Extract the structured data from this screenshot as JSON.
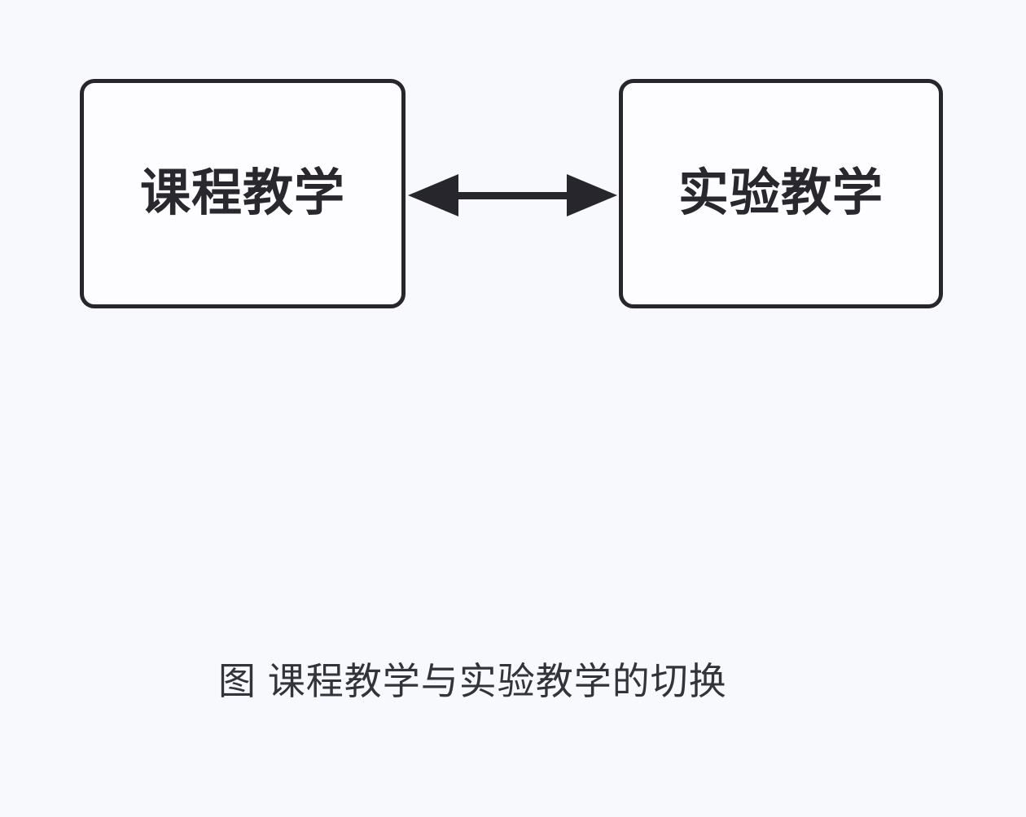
{
  "diagram": {
    "nodes": [
      {
        "id": "course-teaching",
        "label": "课程教学"
      },
      {
        "id": "experiment-teaching",
        "label": "实验教学"
      }
    ],
    "connector": {
      "type": "double-headed-arrow",
      "direction": "horizontal"
    },
    "caption": "图 课程教学与实验教学的切换"
  },
  "colors": {
    "background": "#f8f9fc",
    "node_fill": "#fdfdff",
    "stroke": "#26262c",
    "label_text": "#28282e",
    "caption_text": "#33333c"
  }
}
